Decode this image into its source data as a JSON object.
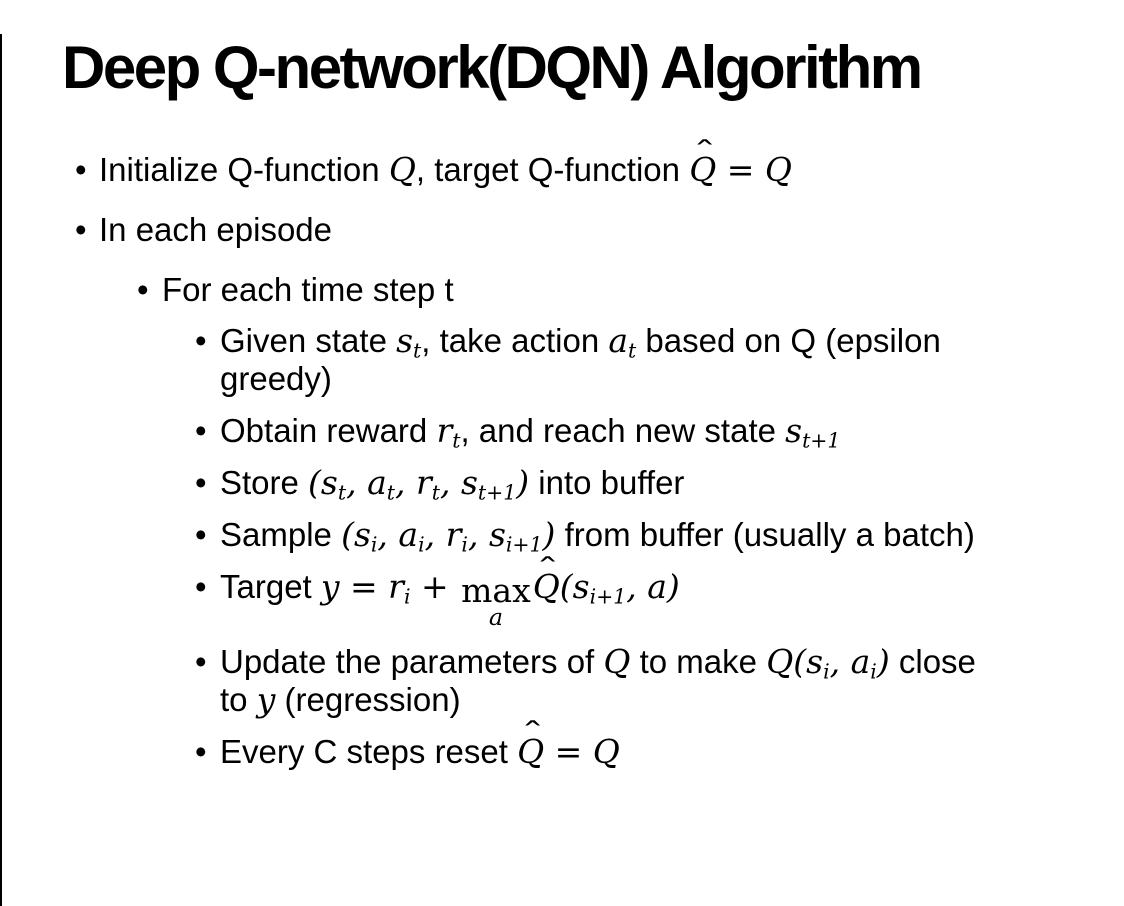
{
  "slide": {
    "title": "Deep Q-network(DQN) Algorithm",
    "bullet_glyph": "•",
    "colors": {
      "background": "#ffffff",
      "text": "#000000",
      "border": "#000000"
    },
    "bullets": [
      {
        "level": 1,
        "segments": [
          {
            "k": "t",
            "t": "Initialize Q-function "
          },
          {
            "k": "m",
            "t": "Q"
          },
          {
            "k": "t",
            "t": ", target Q-function "
          },
          {
            "k": "mhat",
            "t": "Q",
            "hat": "ˆ"
          },
          {
            "k": "m",
            "t": " = Q"
          }
        ]
      },
      {
        "level": 1,
        "segments": [
          {
            "k": "t",
            "t": "In each episode"
          }
        ]
      },
      {
        "level": 2,
        "segments": [
          {
            "k": "t",
            "t": "For each time step t"
          }
        ]
      },
      {
        "level": 3,
        "segments": [
          {
            "k": "t",
            "t": "Given state "
          },
          {
            "k": "m",
            "t": "s"
          },
          {
            "k": "sub",
            "t": "t"
          },
          {
            "k": "t",
            "t": ", take action "
          },
          {
            "k": "m",
            "t": "a"
          },
          {
            "k": "sub",
            "t": "t"
          },
          {
            "k": "t",
            "t": " based on Q (epsilon"
          },
          {
            "k": "br"
          },
          {
            "k": "t",
            "t": "greedy)"
          }
        ]
      },
      {
        "level": 3,
        "segments": [
          {
            "k": "t",
            "t": "Obtain reward "
          },
          {
            "k": "m",
            "t": "r"
          },
          {
            "k": "sub",
            "t": "t"
          },
          {
            "k": "t",
            "t": ", and reach new state "
          },
          {
            "k": "m",
            "t": "s"
          },
          {
            "k": "sub",
            "t": "t+1"
          }
        ]
      },
      {
        "level": 3,
        "segments": [
          {
            "k": "t",
            "t": "Store "
          },
          {
            "k": "m",
            "t": "("
          },
          {
            "k": "m",
            "t": "s"
          },
          {
            "k": "sub",
            "t": "t"
          },
          {
            "k": "m",
            "t": ", "
          },
          {
            "k": "m",
            "t": "a"
          },
          {
            "k": "sub",
            "t": "t"
          },
          {
            "k": "m",
            "t": ", "
          },
          {
            "k": "m",
            "t": "r"
          },
          {
            "k": "sub",
            "t": "t"
          },
          {
            "k": "m",
            "t": ", "
          },
          {
            "k": "m",
            "t": "s"
          },
          {
            "k": "sub",
            "t": "t+1"
          },
          {
            "k": "m",
            "t": ")"
          },
          {
            "k": "t",
            "t": " into buffer"
          }
        ]
      },
      {
        "level": 3,
        "segments": [
          {
            "k": "t",
            "t": "Sample "
          },
          {
            "k": "m",
            "t": "("
          },
          {
            "k": "m",
            "t": "s"
          },
          {
            "k": "sub",
            "t": "i"
          },
          {
            "k": "m",
            "t": ", "
          },
          {
            "k": "m",
            "t": "a"
          },
          {
            "k": "sub",
            "t": "i"
          },
          {
            "k": "m",
            "t": ", "
          },
          {
            "k": "m",
            "t": "r"
          },
          {
            "k": "sub",
            "t": "i"
          },
          {
            "k": "m",
            "t": ", "
          },
          {
            "k": "m",
            "t": "s"
          },
          {
            "k": "sub",
            "t": "i+1"
          },
          {
            "k": "m",
            "t": ")"
          },
          {
            "k": "t",
            "t": " from buffer (usually a batch)"
          }
        ]
      },
      {
        "level": 3,
        "segments": [
          {
            "k": "t",
            "t": "Target "
          },
          {
            "k": "m",
            "t": "y = "
          },
          {
            "k": "m",
            "t": "r"
          },
          {
            "k": "sub",
            "t": "i"
          },
          {
            "k": "m",
            "t": " + "
          },
          {
            "k": "max",
            "t": "max",
            "under": "a"
          },
          {
            "k": "mhat",
            "t": "Q",
            "hat": "ˆ"
          },
          {
            "k": "m",
            "t": "("
          },
          {
            "k": "m",
            "t": "s"
          },
          {
            "k": "sub",
            "t": "i+1"
          },
          {
            "k": "m",
            "t": ", a)"
          }
        ]
      },
      {
        "level": 3,
        "segments": [
          {
            "k": "t",
            "t": "Update the parameters of "
          },
          {
            "k": "m",
            "t": "Q"
          },
          {
            "k": "t",
            "t": " to make "
          },
          {
            "k": "m",
            "t": "Q("
          },
          {
            "k": "m",
            "t": "s"
          },
          {
            "k": "sub",
            "t": "i"
          },
          {
            "k": "m",
            "t": ", "
          },
          {
            "k": "m",
            "t": "a"
          },
          {
            "k": "sub",
            "t": "i"
          },
          {
            "k": "m",
            "t": ")"
          },
          {
            "k": "t",
            "t": " close"
          },
          {
            "k": "br"
          },
          {
            "k": "t",
            "t": "to "
          },
          {
            "k": "m",
            "t": "y"
          },
          {
            "k": "t",
            "t": " (regression)"
          }
        ]
      },
      {
        "level": 3,
        "segments": [
          {
            "k": "t",
            "t": "Every C steps reset "
          },
          {
            "k": "mhat",
            "t": "Q",
            "hat": "ˆ"
          },
          {
            "k": "m",
            "t": " = Q"
          }
        ]
      }
    ]
  }
}
